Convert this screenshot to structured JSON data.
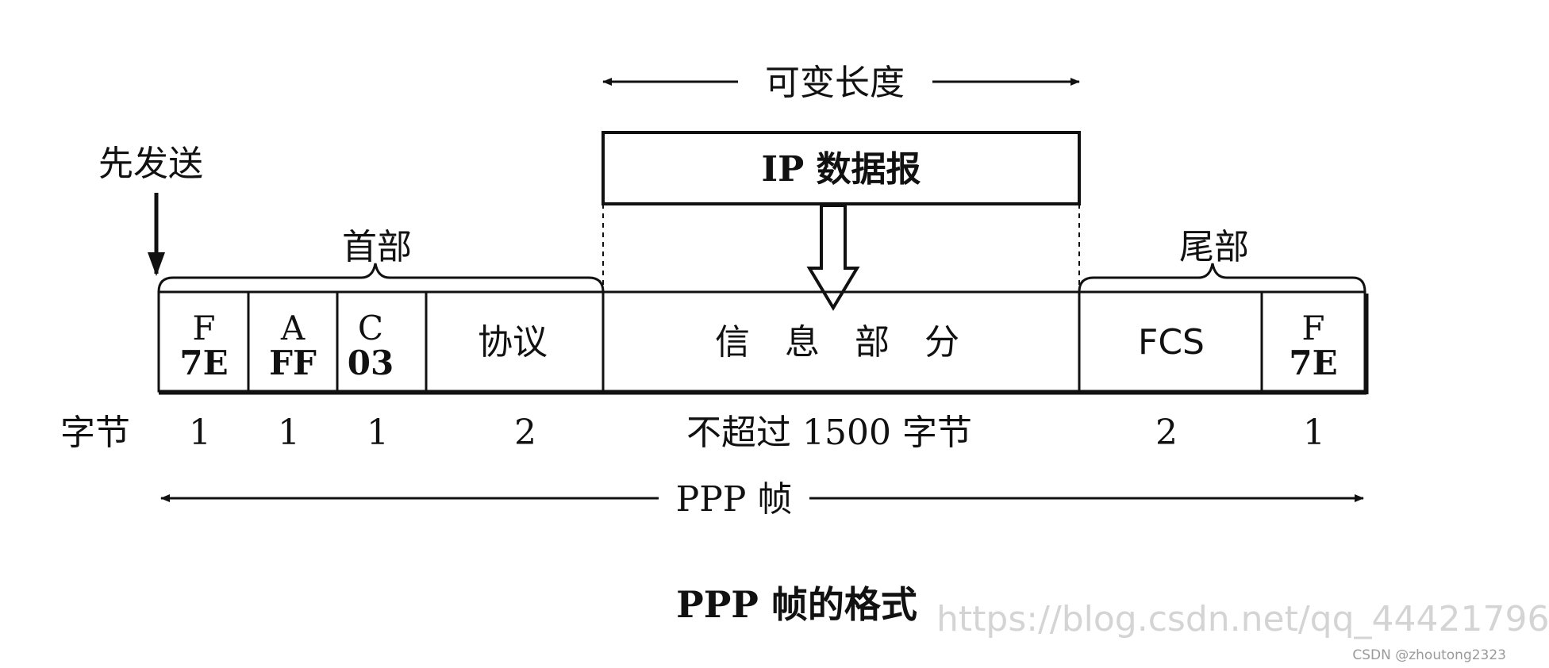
{
  "diagram": {
    "variable_length": "可变长度",
    "ip_datagram": "IP 数据报",
    "send_first": "先发送",
    "header": "首部",
    "trailer": "尾部",
    "bytes_label": "字节",
    "frame_label": "PPP 帧",
    "caption": "PPP 帧的格式",
    "fields": [
      {
        "top": "F",
        "bottom": "7E",
        "bytes": "1"
      },
      {
        "top": "A",
        "bottom": "FF",
        "bytes": "1"
      },
      {
        "top": "C",
        "bottom": "03",
        "bytes": "1"
      },
      {
        "label": "协议",
        "bytes": "2"
      },
      {
        "label": "信　息　部　分",
        "bytes": "不超过 1500 字节"
      },
      {
        "label": "FCS",
        "bytes": "2"
      },
      {
        "top": "F",
        "bottom": "7E",
        "bytes": "1"
      }
    ]
  },
  "watermark": {
    "text": "https://blog.csdn.net/qq_44421796",
    "corner": "CSDN @zhoutong2323"
  }
}
